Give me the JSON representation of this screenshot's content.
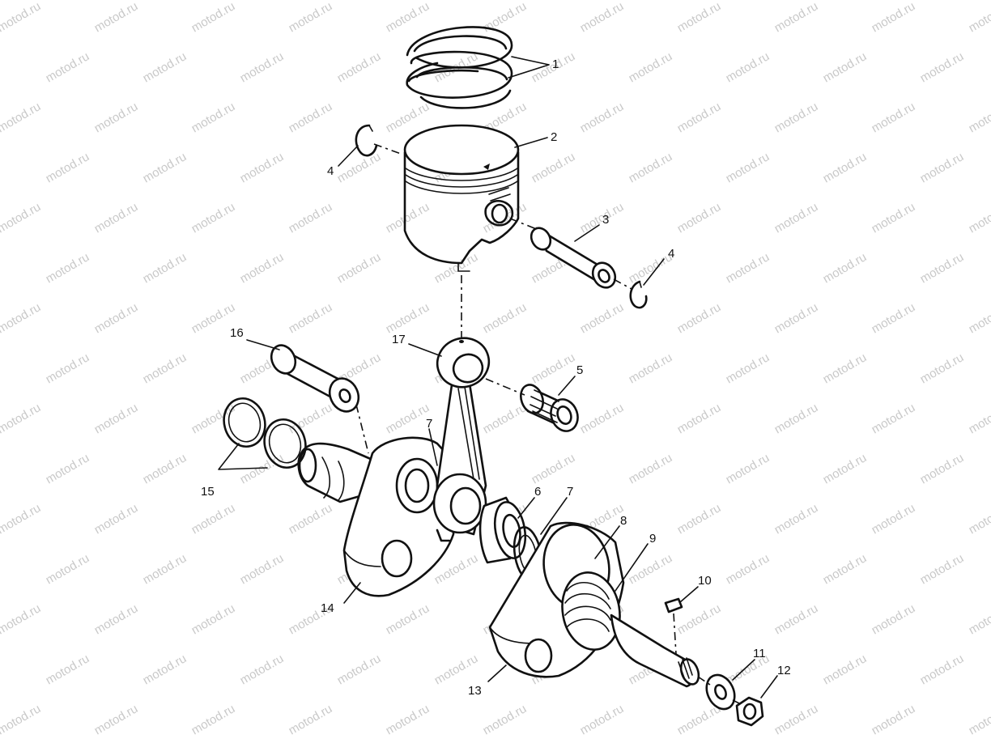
{
  "watermark": "motod.ru",
  "callouts": {
    "c1": "1",
    "c2": "2",
    "c3": "3",
    "c4a": "4",
    "c4b": "4",
    "c5": "5",
    "c6": "6",
    "c7a": "7",
    "c7b": "7",
    "c8": "8",
    "c9": "9",
    "c10": "10",
    "c11": "11",
    "c12": "12",
    "c13": "13",
    "c14": "14",
    "c15": "15",
    "c16": "16",
    "c17": "17"
  }
}
